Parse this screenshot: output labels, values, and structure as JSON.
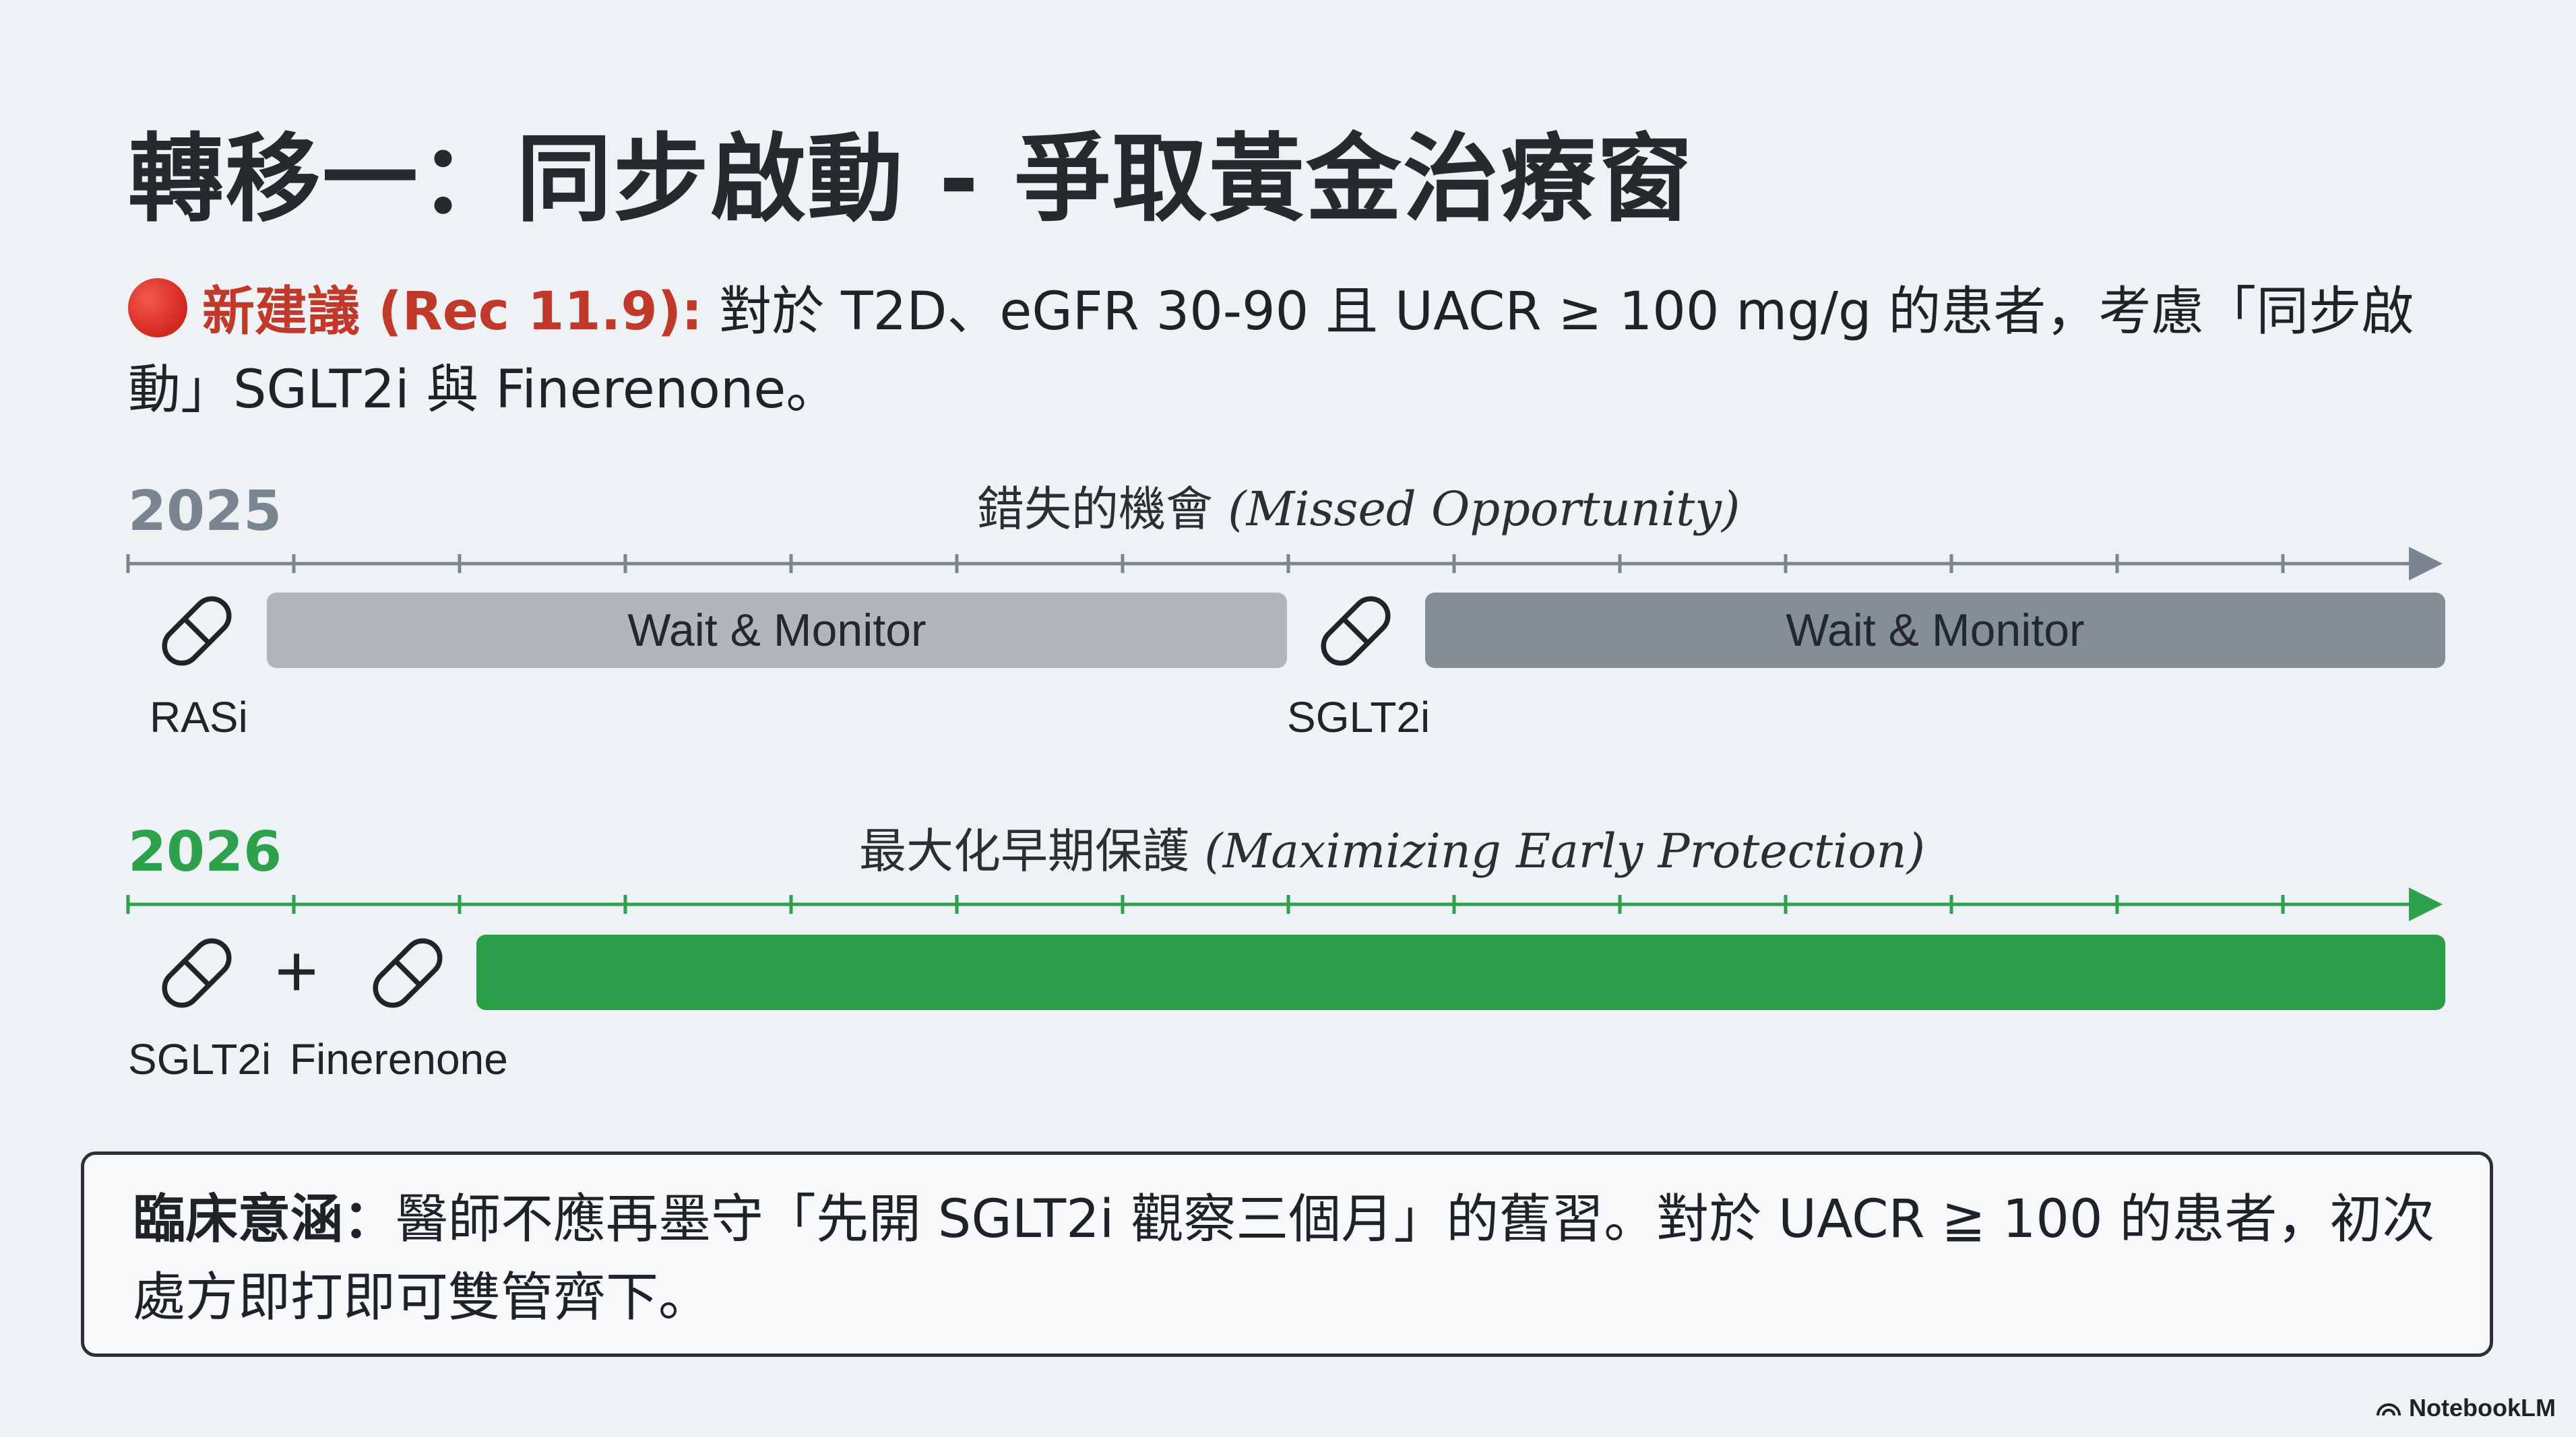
{
  "title": "轉移一：同步啟動 - 爭取黃金治療窗",
  "recommendation": {
    "label": "新建議 (Rec 11.9):",
    "text": " 對於 T2D、eGFR 30-90 且 UACR ≥ 100 mg/g 的患者，考慮「同步啟動」SGLT2i 與 Finerenone。"
  },
  "timeline_2025": {
    "year": "2025",
    "caption_zh": "錯失的機會",
    "caption_en": "(Missed Opportunity)",
    "bar1_label": "Wait & Monitor",
    "bar2_label": "Wait & Monitor",
    "drug1": "RASi",
    "drug2": "SGLT2i",
    "color": "#7a8591"
  },
  "timeline_2026": {
    "year": "2026",
    "caption_zh": "最大化早期保護",
    "caption_en": "(Maximizing Early Protection)",
    "plus": "+",
    "drug1": "SGLT2i",
    "drug2": "Finerenone",
    "color": "#2da14b"
  },
  "icons": [
    "pill-icon",
    "plus-icon",
    "notebooklm-logo-icon"
  ],
  "note": {
    "label": "臨床意涵：",
    "text": "醫師不應再墨守「先開 SGLT2i 觀察三個月」的舊習。對於 UACR ≧ 100 的患者，初次處方即打即可雙管齊下。"
  },
  "brand": "NotebookLM"
}
